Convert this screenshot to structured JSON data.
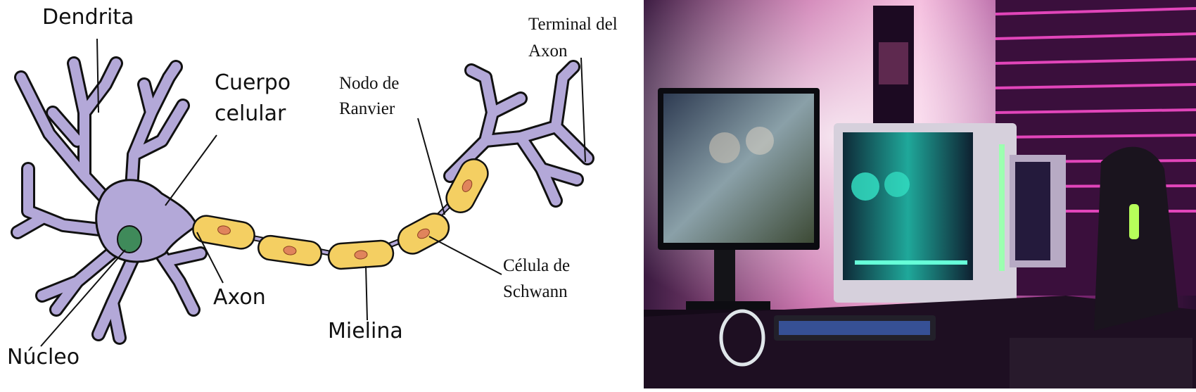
{
  "labels": {
    "dendrite": "Dendrita",
    "cell_body_line1": "Cuerpo",
    "cell_body_line2": "celular",
    "nucleus": "Núcleo",
    "axon": "Axon",
    "myelin": "Mielina",
    "ranvier_line1": "Nodo de",
    "ranvier_line2": "Ranvier",
    "schwann_line1": "Célula de",
    "schwann_line2": "Schwann",
    "terminal_line1": "Terminal del",
    "terminal_line2": "Axon"
  },
  "colors": {
    "neuron": "#b3a8d8",
    "nucleus": "#3f8a5a",
    "myelin": "#f4cf62",
    "schwann_nucleus": "#e0845c",
    "outline": "#111111",
    "room_bg": "#1a0d22",
    "neon_pink": "#ff3ec8",
    "pc_glow": "#35e6c8"
  }
}
